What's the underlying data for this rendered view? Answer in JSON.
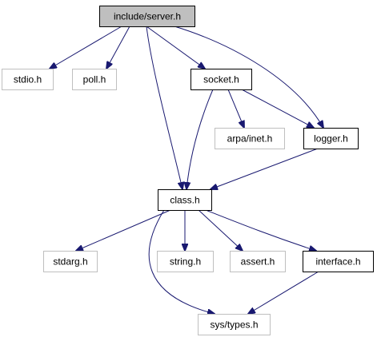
{
  "graph": {
    "colors": {
      "edge": "#191970",
      "root_fill": "#bfbfbf",
      "node_border": "#000000",
      "external_border": "#bfbfbf",
      "background": "#ffffff"
    },
    "nodes": {
      "server_h": {
        "label": "include/server.h",
        "style": "root"
      },
      "stdio_h": {
        "label": "stdio.h",
        "style": "external"
      },
      "poll_h": {
        "label": "poll.h",
        "style": "external"
      },
      "socket_h": {
        "label": "socket.h",
        "style": "documented"
      },
      "arpa_inet_h": {
        "label": "arpa/inet.h",
        "style": "external"
      },
      "logger_h": {
        "label": "logger.h",
        "style": "documented"
      },
      "class_h": {
        "label": "class.h",
        "style": "documented"
      },
      "stdarg_h": {
        "label": "stdarg.h",
        "style": "external"
      },
      "string_h": {
        "label": "string.h",
        "style": "external"
      },
      "assert_h": {
        "label": "assert.h",
        "style": "external"
      },
      "interface_h": {
        "label": "interface.h",
        "style": "documented"
      },
      "sys_types_h": {
        "label": "sys/types.h",
        "style": "external"
      }
    },
    "edges": [
      {
        "from": "server_h",
        "to": "stdio_h"
      },
      {
        "from": "server_h",
        "to": "poll_h"
      },
      {
        "from": "server_h",
        "to": "socket_h"
      },
      {
        "from": "server_h",
        "to": "class_h"
      },
      {
        "from": "server_h",
        "to": "logger_h"
      },
      {
        "from": "socket_h",
        "to": "class_h"
      },
      {
        "from": "socket_h",
        "to": "arpa_inet_h"
      },
      {
        "from": "socket_h",
        "to": "logger_h"
      },
      {
        "from": "logger_h",
        "to": "class_h"
      },
      {
        "from": "class_h",
        "to": "stdarg_h"
      },
      {
        "from": "class_h",
        "to": "string_h"
      },
      {
        "from": "class_h",
        "to": "assert_h"
      },
      {
        "from": "class_h",
        "to": "interface_h"
      },
      {
        "from": "class_h",
        "to": "sys_types_h"
      },
      {
        "from": "interface_h",
        "to": "sys_types_h"
      }
    ]
  }
}
